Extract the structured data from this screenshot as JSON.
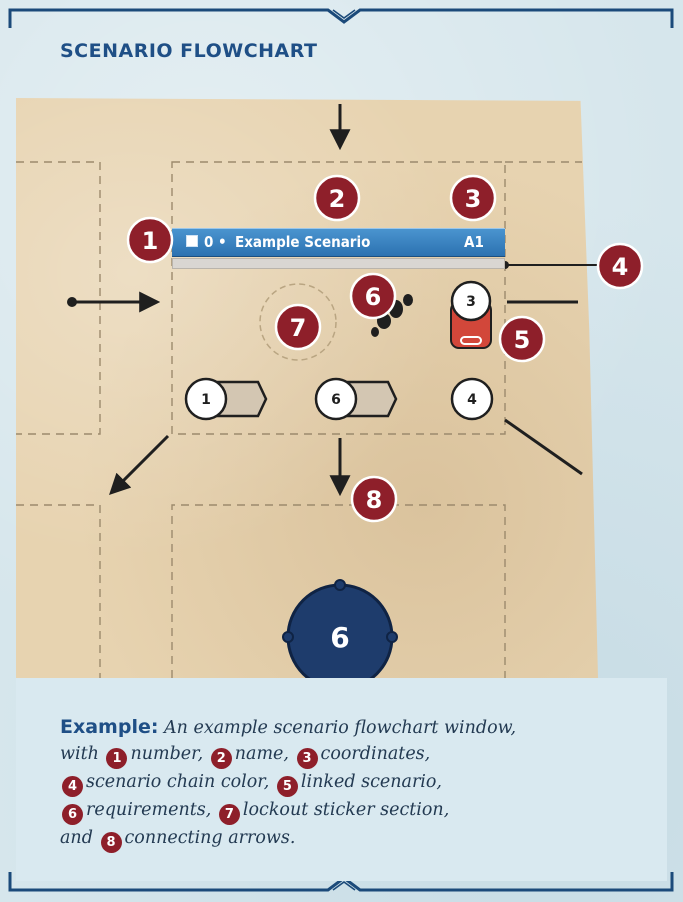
{
  "section_title": "SCENARIO FLOWCHART",
  "scenario": {
    "number": "0",
    "separator": "•",
    "name": "Example Scenario",
    "coordinates": "A1"
  },
  "callouts": [
    "1",
    "2",
    "3",
    "4",
    "5",
    "6",
    "7",
    "8"
  ],
  "markers": {
    "linked": "3",
    "left_1": "1",
    "middle": "6",
    "right_4": "4",
    "bottom_node": "6"
  },
  "caption": {
    "lead": "Example:",
    "intro": "An example scenario flowchart window,",
    "with": "with",
    "item1": "number,",
    "item2": "name,",
    "item3": "coordinates,",
    "item4": "scenario chain color,",
    "item5": "linked scenario,",
    "item6": "requirements,",
    "item7": "lockout sticker section,",
    "and": "and",
    "item8": "connecting arrows."
  },
  "colors": {
    "title_blue": "#1f4f86",
    "scenario_bar": "#3a86c8",
    "callout_red": "#8e1f2a",
    "linked_red": "#d2473a",
    "node_navy": "#1e3c6c",
    "parchment": "#e7d3b0"
  }
}
